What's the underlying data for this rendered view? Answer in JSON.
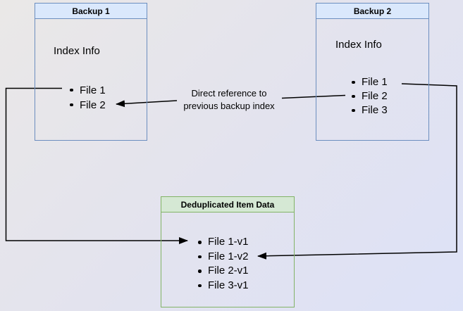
{
  "diagram": {
    "background": {
      "from": "#eae8e7",
      "to": "#dde2f7"
    },
    "backup1": {
      "title": "Backup 1",
      "label": "Index Info",
      "files": [
        "File 1",
        "File 2"
      ],
      "header_bg": "#dae8fc",
      "border_color": "#6c8ebf"
    },
    "backup2": {
      "title": "Backup 2",
      "label": "Index Info",
      "files": [
        "File 1",
        "File 2",
        "File 3"
      ],
      "header_bg": "#dae8fc",
      "border_color": "#6c8ebf"
    },
    "dedup": {
      "title": "Deduplicated Item Data",
      "files": [
        "File 1-v1",
        "File 1-v2",
        "File 2-v1",
        "File 3-v1"
      ],
      "header_bg": "#d5e8d4",
      "border_color": "#82b366"
    },
    "edge_label": {
      "line1": "Direct reference to",
      "line2": "previous backup index"
    },
    "arrow_color": "#000000"
  }
}
